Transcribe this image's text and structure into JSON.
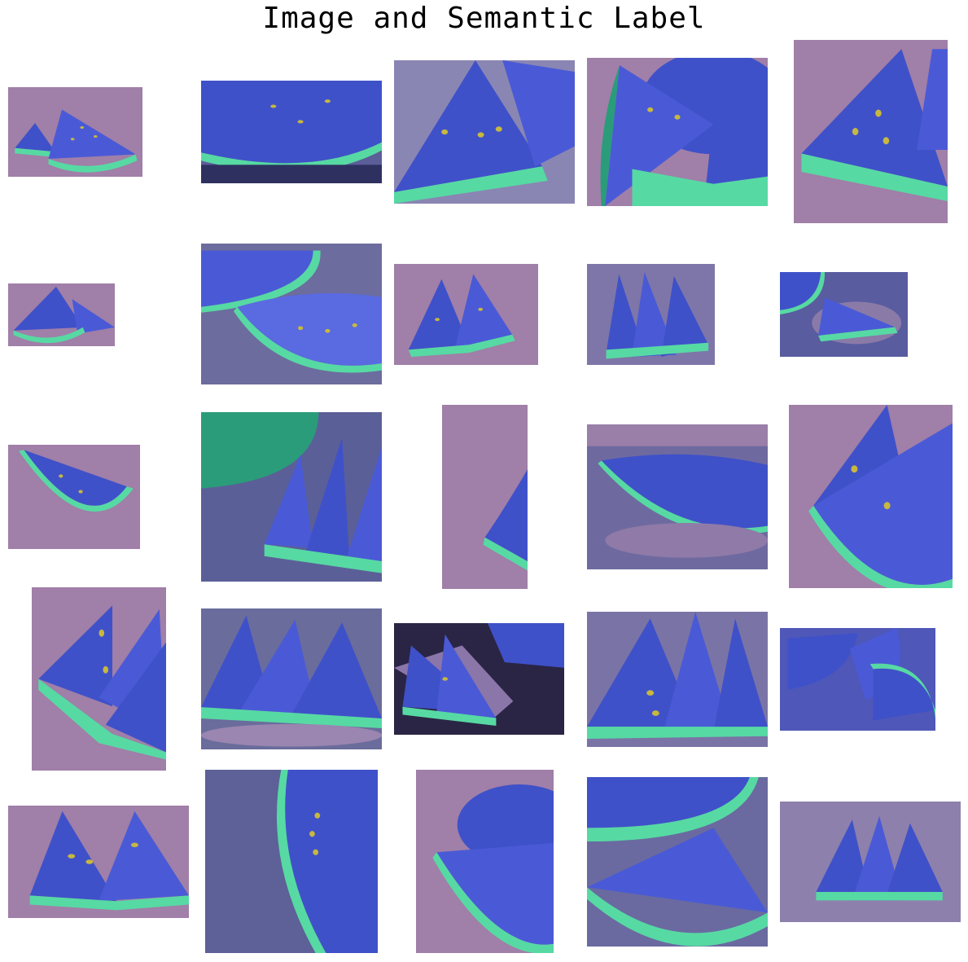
{
  "title": "Image and Semantic Label",
  "colors": {
    "background_overlay": "#a07fa8",
    "flesh": "#3f51c9",
    "flesh_light": "#5a6ae0",
    "rind": "#57d9a3",
    "rind_dark": "#2a9c7a",
    "seed": "#c7b83f",
    "shadow": "#6a5a85"
  },
  "grid": {
    "rows": 5,
    "columns": 5
  },
  "tiles": [
    {
      "kind": "two-slices"
    },
    {
      "kind": "slices-tray"
    },
    {
      "kind": "big-slice"
    },
    {
      "kind": "round-slices"
    },
    {
      "kind": "big-slice"
    },
    {
      "kind": "two-slices"
    },
    {
      "kind": "half-moons"
    },
    {
      "kind": "two-slices"
    },
    {
      "kind": "row-slices"
    },
    {
      "kind": "plate-slices"
    },
    {
      "kind": "one-slice"
    },
    {
      "kind": "row-slices"
    },
    {
      "kind": "edge-slice"
    },
    {
      "kind": "half-moons"
    },
    {
      "kind": "big-slice"
    },
    {
      "kind": "stacked-slices"
    },
    {
      "kind": "row-slices"
    },
    {
      "kind": "plate-slices"
    },
    {
      "kind": "row-slices"
    },
    {
      "kind": "round-slices"
    },
    {
      "kind": "two-slices"
    },
    {
      "kind": "closeup-rind"
    },
    {
      "kind": "round-slices"
    },
    {
      "kind": "half-moons"
    },
    {
      "kind": "row-slices"
    }
  ]
}
